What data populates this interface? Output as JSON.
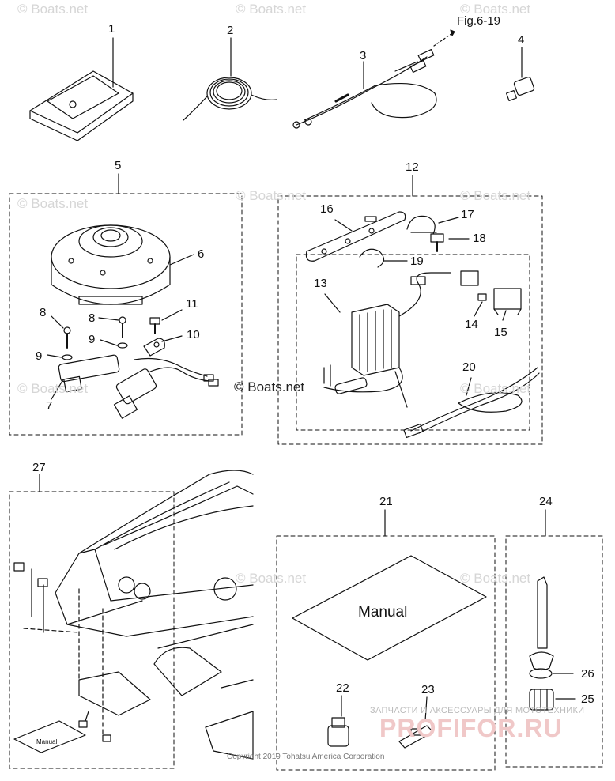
{
  "figure_ref": "Fig.6-19",
  "watermark": "Boats.net",
  "copyright": "Copyright 2019 Tohatsu America Corporation",
  "shop_watermark": {
    "line1": "ЗАПЧАСТИ И АКСЕССУАРЫ ДЛЯ МОТОТЕХНИКИ",
    "line2": "PROFIFOR.RU"
  },
  "manual_labels": {
    "large": "Manual",
    "small": "Manual"
  },
  "callouts": [
    "1",
    "2",
    "3",
    "4",
    "5",
    "6",
    "7",
    "8",
    "8",
    "9",
    "9",
    "10",
    "11",
    "12",
    "13",
    "14",
    "15",
    "16",
    "17",
    "18",
    "19",
    "20",
    "21",
    "22",
    "23",
    "24",
    "25",
    "26",
    "27"
  ],
  "colors": {
    "line": "#111111",
    "watermark": "#d6d6d6",
    "shop_accent": "#f0c8c8"
  }
}
